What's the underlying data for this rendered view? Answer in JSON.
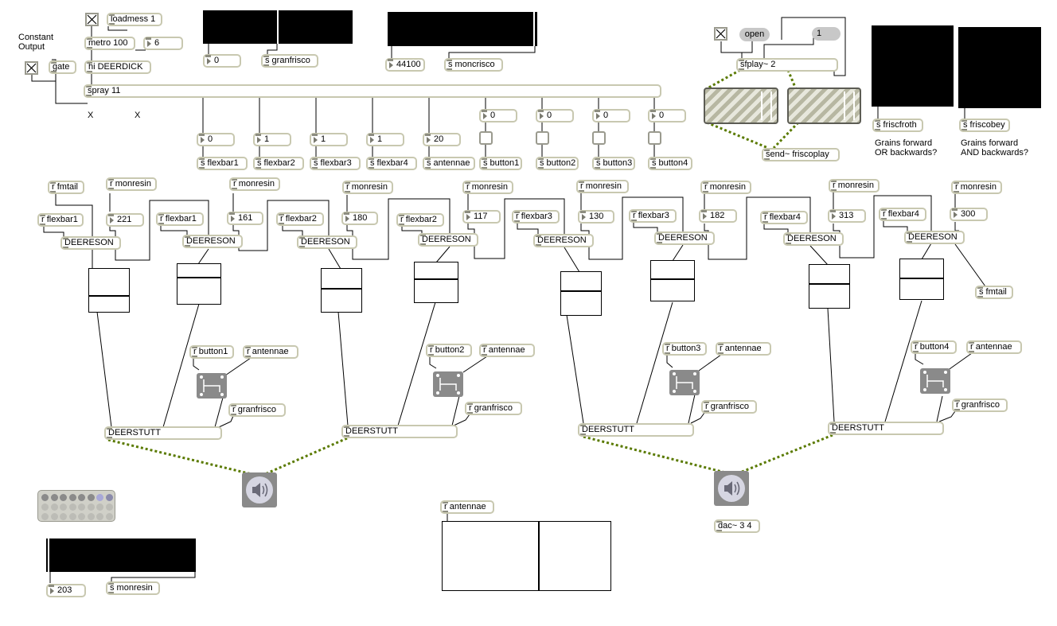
{
  "patch": {
    "loadmess": "loadmess 1",
    "metro": "metro 100",
    "metro_arg": "6",
    "gate": "gate",
    "constant_output": "Constant\nOutput",
    "hi": "hi DEERDICK",
    "spray": "spray 11",
    "x1": "X",
    "x2": "X",
    "granfrisco_num": "0",
    "s_granfrisco": "s granfrisco",
    "moncrisco_num": "44100",
    "s_moncrisco": "s moncrisco",
    "open": "open",
    "one": "1",
    "sfplay": "sfplay~ 2",
    "send_friscoplay": "send~ friscoplay",
    "s_friscfroth": "s friscfroth",
    "s_friscobey": "s friscobey",
    "grains_or": "Grains forward\nOR backwards?",
    "grains_and": "Grains forward\nAND backwards?",
    "spray_outs": [
      {
        "value": "0",
        "send": "s flexbar1"
      },
      {
        "value": "1",
        "send": "s flexbar2"
      },
      {
        "value": "1",
        "send": "s flexbar3"
      },
      {
        "value": "1",
        "send": "s flexbar4"
      },
      {
        "value": "20",
        "send": "s antennae"
      },
      {
        "value": "0",
        "send": "s button1"
      },
      {
        "value": "0",
        "send": "s button2"
      },
      {
        "value": "0",
        "send": "s button3"
      },
      {
        "value": "0",
        "send": "s button4"
      }
    ],
    "r_fmtail": "r fmtail",
    "s_fmtail": "s fmtail",
    "deereson": "DEERESON",
    "r_monresin": "r monresin",
    "resons": [
      {
        "recv": "r flexbar1",
        "value": "221"
      },
      {
        "recv": "r flexbar1",
        "value": "161"
      },
      {
        "recv": "r flexbar2",
        "value": "180"
      },
      {
        "recv": "r flexbar2",
        "value": "117"
      },
      {
        "recv": "r flexbar3",
        "value": "130"
      },
      {
        "recv": "r flexbar3",
        "value": "182"
      },
      {
        "recv": "r flexbar4",
        "value": "313"
      },
      {
        "recv": "r flexbar4",
        "value": "300"
      }
    ],
    "stutts": [
      {
        "button": "r button1",
        "antennae": "r antennae",
        "granfrisco": "r granfrisco",
        "name": "DEERSTUTT"
      },
      {
        "button": "r button2",
        "antennae": "r antennae",
        "granfrisco": "r granfrisco",
        "name": "DEERSTUTT"
      },
      {
        "button": "r button3",
        "antennae": "r antennae",
        "granfrisco": "r granfrisco",
        "name": "DEERSTUTT"
      },
      {
        "button": "r button4",
        "antennae": "r antennae",
        "granfrisco": "r granfrisco",
        "name": "DEERSTUTT"
      }
    ],
    "dac_label": "dac~ 3 4",
    "monresin_num": "203",
    "s_monresin": "s monresin",
    "r_antennae_bottom": "r antennae"
  },
  "icons": [
    "toggle-x-icon",
    "speaker-icon",
    "pgate-icon"
  ],
  "colors": {
    "box_border": "#c8c8b0",
    "signal_cord": "#4d6b00",
    "panel_grey": "#8a8a8a"
  }
}
